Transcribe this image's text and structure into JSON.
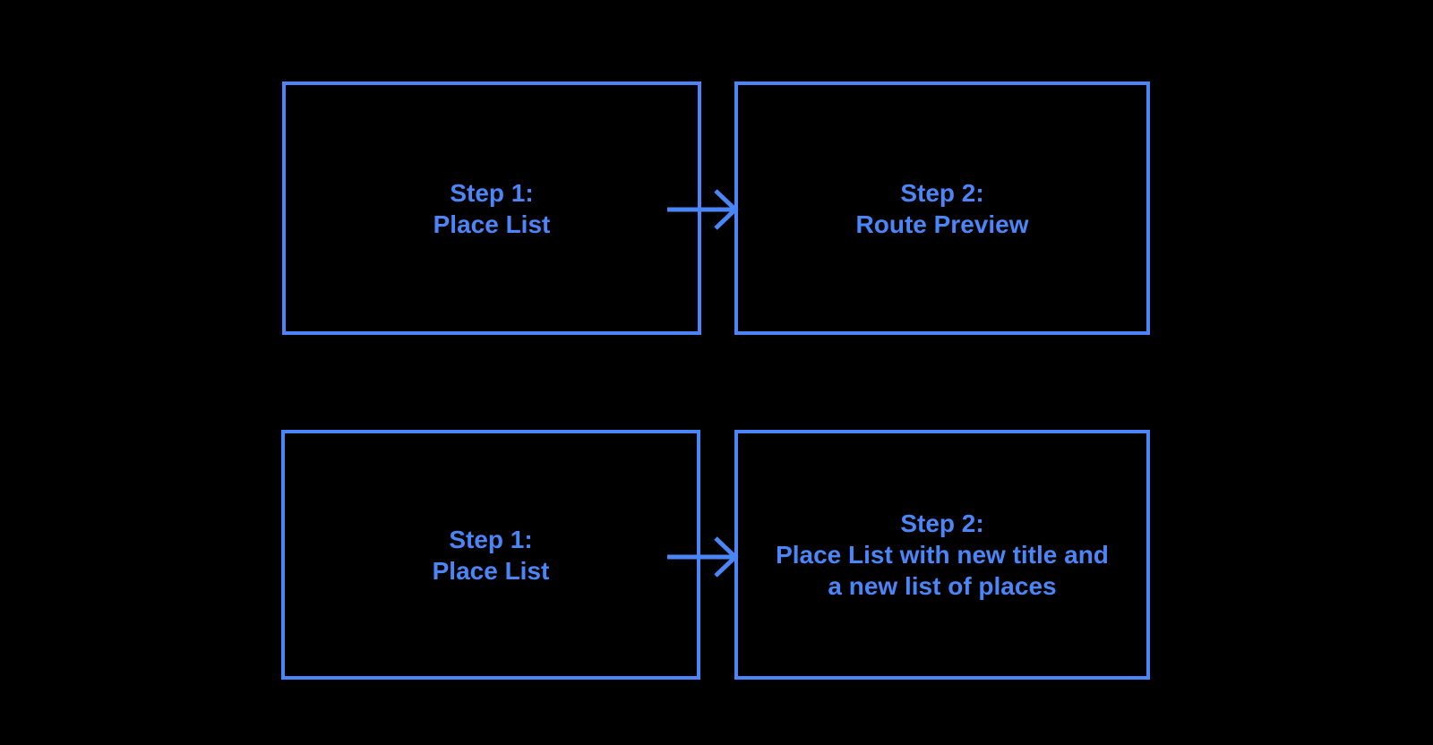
{
  "colors": {
    "accent": "#4A86F7",
    "background": "#000000"
  },
  "diagram": {
    "rows": [
      {
        "boxes": [
          {
            "id": "step-1-place-list",
            "lines": [
              "Step 1:",
              "Place List"
            ]
          },
          {
            "id": "step-2-route-preview",
            "lines": [
              "Step 2:",
              "Route Preview"
            ]
          }
        ],
        "connector": "arrow-right"
      },
      {
        "boxes": [
          {
            "id": "step-1-place-list",
            "lines": [
              "Step 1:",
              "Place List"
            ]
          },
          {
            "id": "step-2-place-list-new",
            "lines": [
              "Step 2:",
              "Place List with new title and",
              "a new list of places"
            ]
          }
        ],
        "connector": "arrow-right"
      }
    ]
  }
}
